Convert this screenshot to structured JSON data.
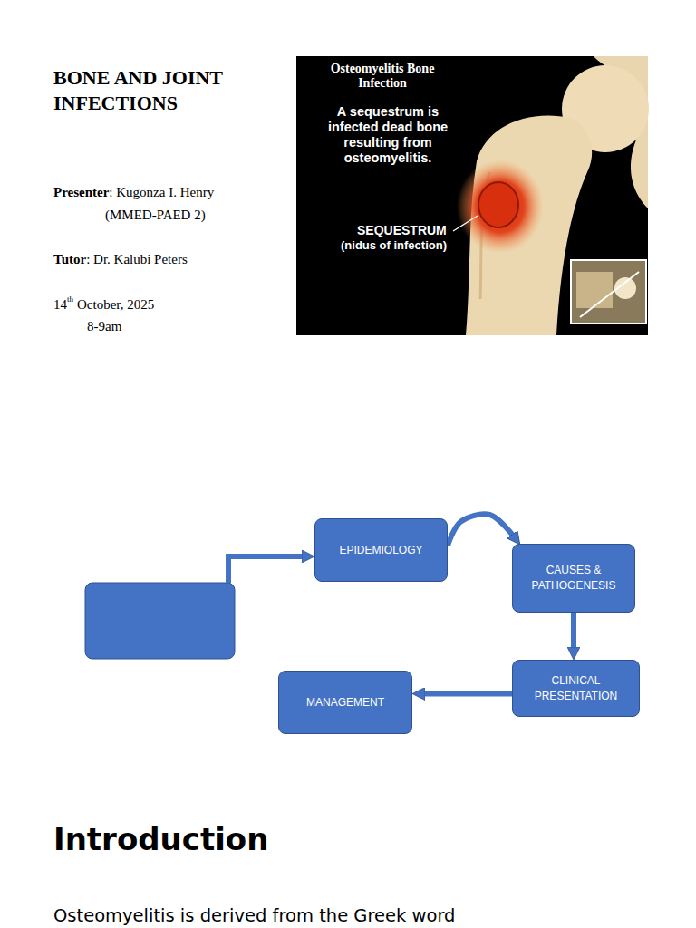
{
  "diagram": {
    "title": "BONE AND JOINT INFECTIONS",
    "nodes": [
      {
        "text": [
          "EPIDEMIOLOGY"
        ]
      },
      {
        "text": [
          "CAUSES & PATHOGENESIS"
        ]
      },
      {
        "text": [
          "CLINICAL PRESENTATION"
        ]
      },
      {
        "text": [
          "MANAGEMENT"
        ]
      }
    ],
    "edges": [
      {
        "from": 0,
        "to": 1,
        "arrow": "to"
      },
      {
        "from": 1,
        "to": 2,
        "arrow": "to"
      },
      {
        "from": 2,
        "to": 3,
        "arrow": "to"
      }
    ],
    "labels": [
      "Presenter",
      ": Kugonza I. Henry",
      "(MMED-PAED 2)",
      "Tutor",
      ": Dr. Kalubi Peters",
      "14",
      "th",
      "October, 2025",
      "8-9am",
      "Osteomyelitis Bone Infection",
      "A sequestrum is infected dead bone resulting from osteomyelitis.",
      "SEQUESTRUM",
      "(nidus of infection)",
      "Introduction",
      "Osteomyelitis is derived from the Greek word"
    ]
  }
}
